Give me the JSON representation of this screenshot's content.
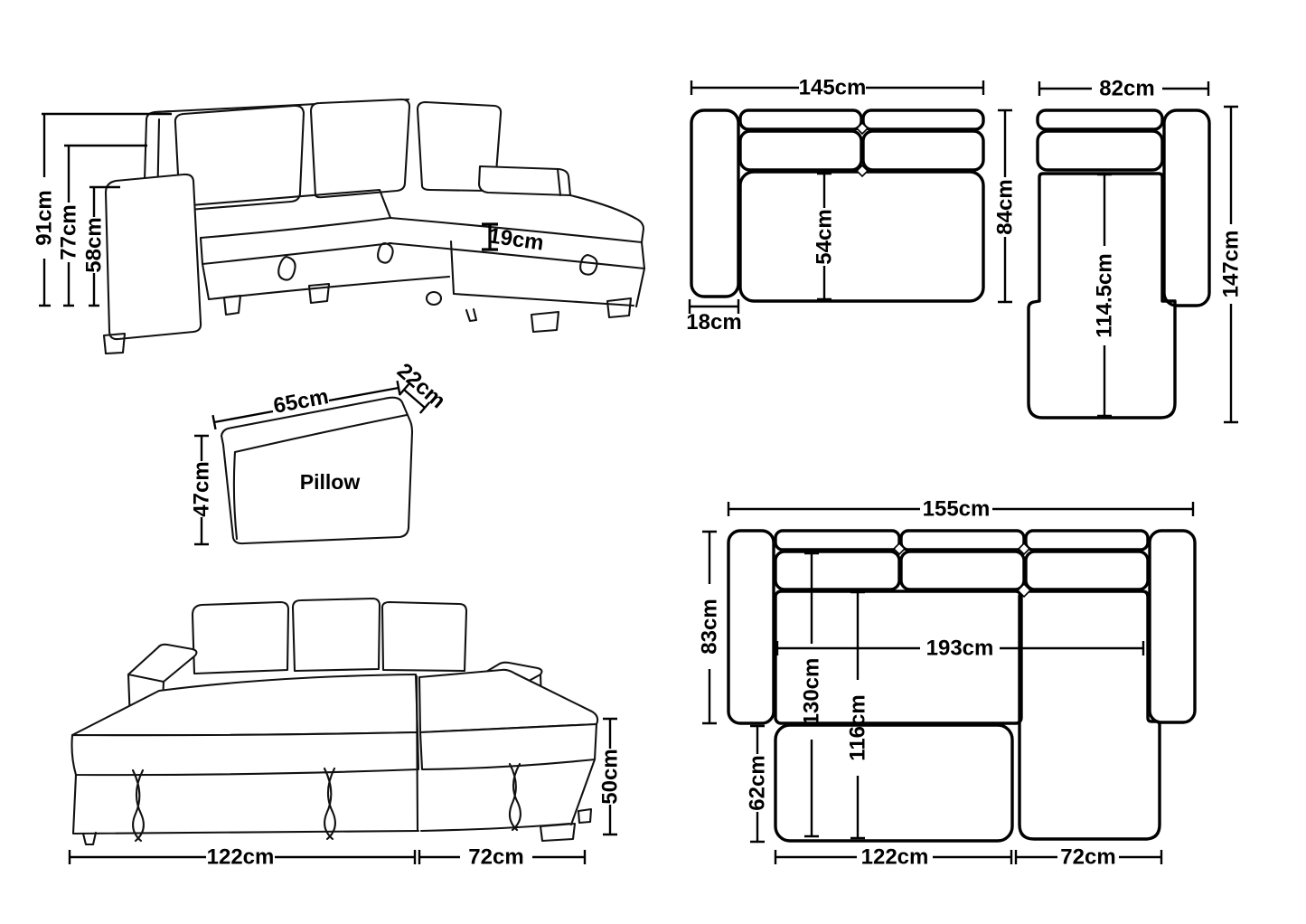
{
  "page": {
    "background": "#ffffff",
    "line_color": "#000000"
  },
  "figures": {
    "sofa_front": {
      "dims": {
        "total_height": "91cm",
        "back_height": "77cm",
        "arm_height": "58cm",
        "storage_height": "19cm"
      }
    },
    "sofa_top_view": {
      "dims": {
        "width": "145cm",
        "depth": "84cm",
        "seat_depth": "54cm",
        "armrest_width": "18cm"
      }
    },
    "chaise_top_view": {
      "dims": {
        "width": "82cm",
        "length": "147cm",
        "chaise_length": "114.5cm"
      }
    },
    "pillow": {
      "label": "Pillow",
      "dims": {
        "width": "65cm",
        "thickness": "22cm",
        "height": "47cm"
      }
    },
    "bed_front": {
      "dims": {
        "height": "50cm",
        "left_width": "122cm",
        "right_width": "72cm"
      }
    },
    "bed_top_view": {
      "dims": {
        "width": "155cm",
        "depth": "83cm",
        "extension_depth": "62cm",
        "bed_length": "130cm",
        "sleep_length": "116cm",
        "total_length": "193cm",
        "bed_width": "122cm",
        "chaise_width": "72cm"
      }
    }
  }
}
